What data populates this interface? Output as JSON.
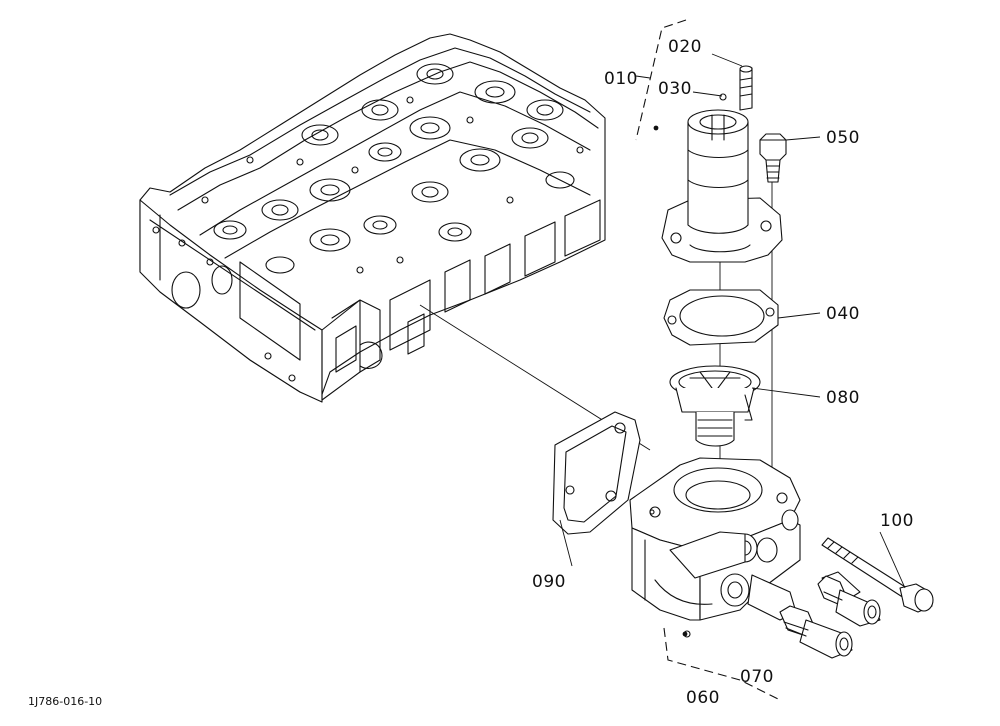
{
  "reference_code": "1J786-016-10",
  "callouts": {
    "c010": "010",
    "c020": "020",
    "c030": "030",
    "c040": "040",
    "c050": "050",
    "c060": "060",
    "c070": "070",
    "c080": "080",
    "c090": "090",
    "c100": "100"
  }
}
